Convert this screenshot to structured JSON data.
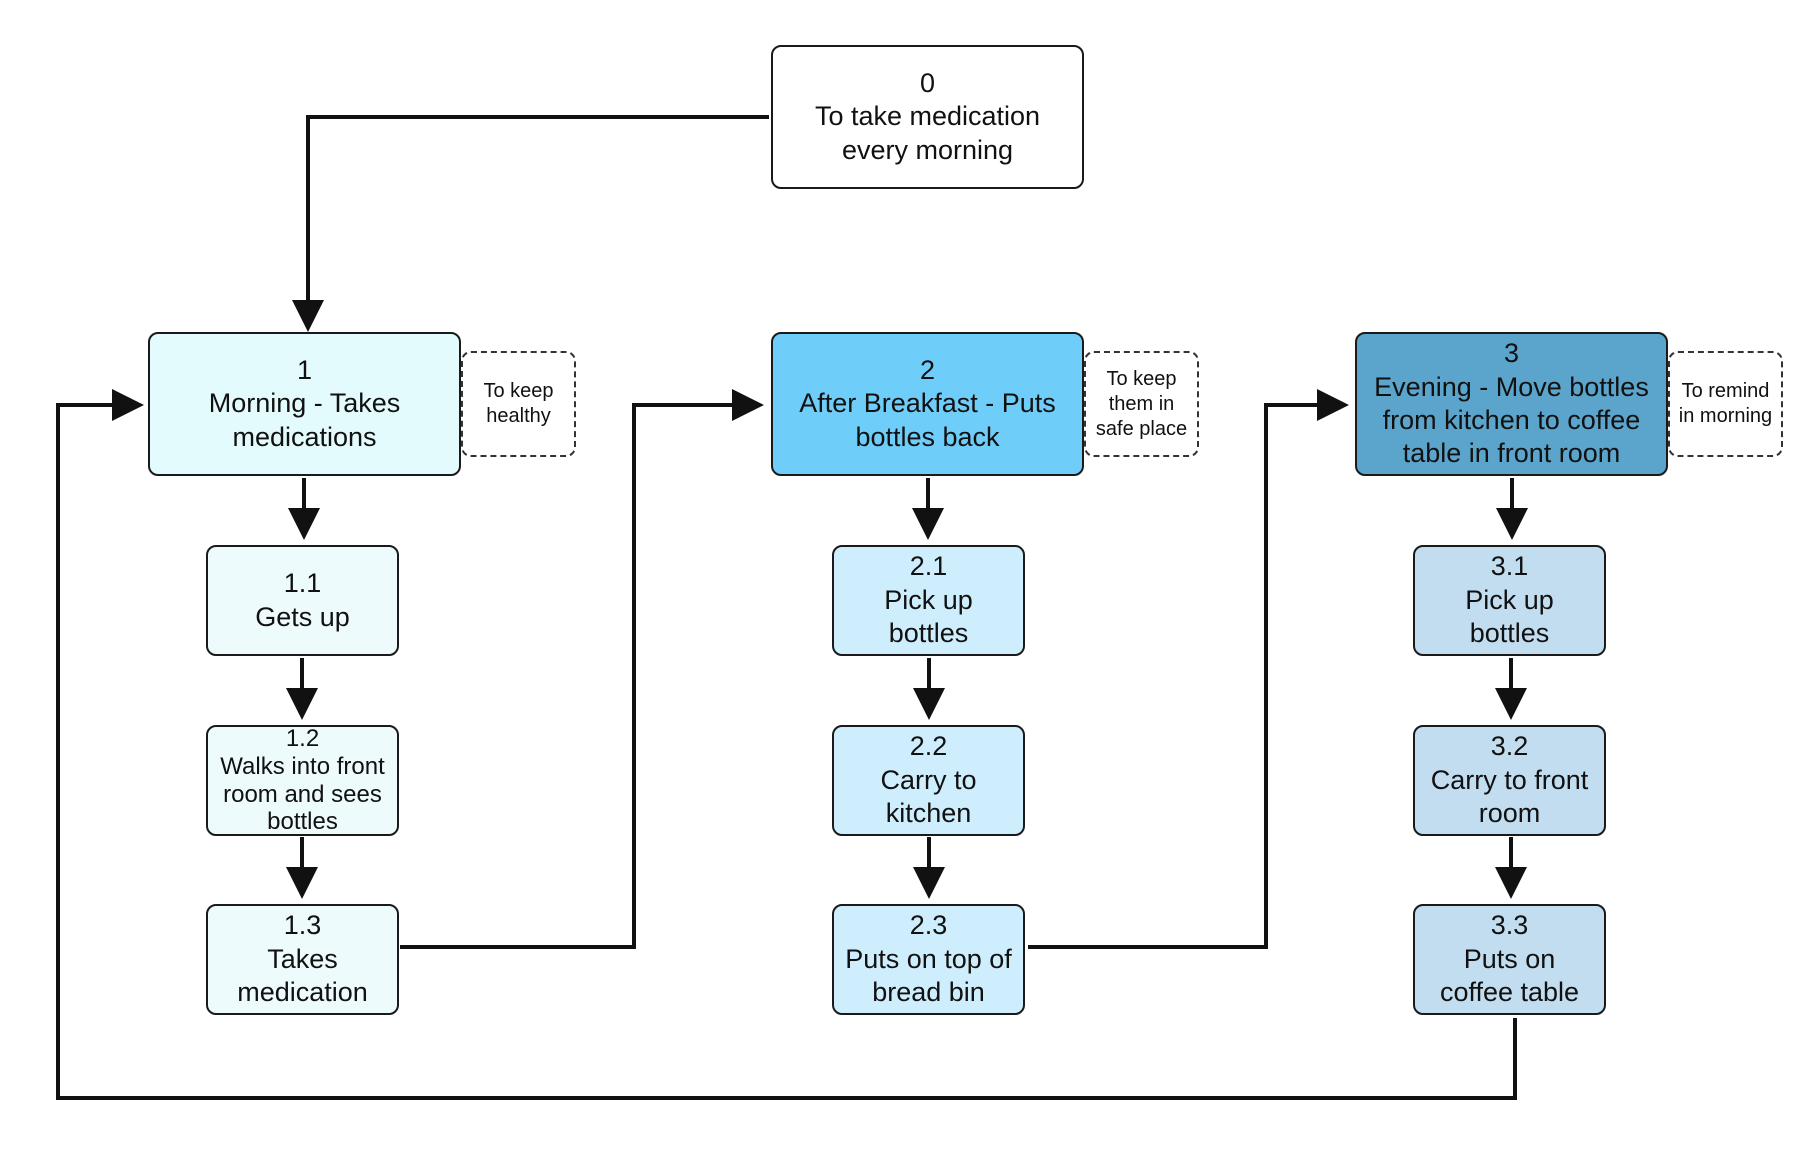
{
  "nodes": {
    "n0": {
      "num": "0",
      "text": "To take medication every morning"
    },
    "n1": {
      "num": "1",
      "text": "Morning - Takes medications"
    },
    "n11": {
      "num": "1.1",
      "text": "Gets up"
    },
    "n12": {
      "num": "1.2",
      "text": "Walks into front room and sees bottles"
    },
    "n13": {
      "num": "1.3",
      "text": "Takes medication"
    },
    "n2": {
      "num": "2",
      "text": "After Breakfast - Puts bottles back"
    },
    "n21": {
      "num": "2.1",
      "text": "Pick up bottles"
    },
    "n22": {
      "num": "2.2",
      "text": "Carry to kitchen"
    },
    "n23": {
      "num": "2.3",
      "text": "Puts on top of bread bin"
    },
    "n3": {
      "num": "3",
      "text": "Evening - Move bottles from kitchen to coffee table in front room"
    },
    "n31": {
      "num": "3.1",
      "text": "Pick up bottles"
    },
    "n32": {
      "num": "3.2",
      "text": "Carry to front room"
    },
    "n33": {
      "num": "3.3",
      "text": "Puts on coffee table"
    }
  },
  "notes": {
    "note1": "To keep healthy",
    "note2": "To keep them in safe place",
    "note3": "To remind in morning"
  },
  "colors": {
    "level0": "#ffffff",
    "stage1": "#e3fbfd",
    "stage2": "#6fcdfa",
    "stage3": "#5ba4cc",
    "stage2_steps": "#cfeefd",
    "stage3_steps": "#c2ddef"
  }
}
